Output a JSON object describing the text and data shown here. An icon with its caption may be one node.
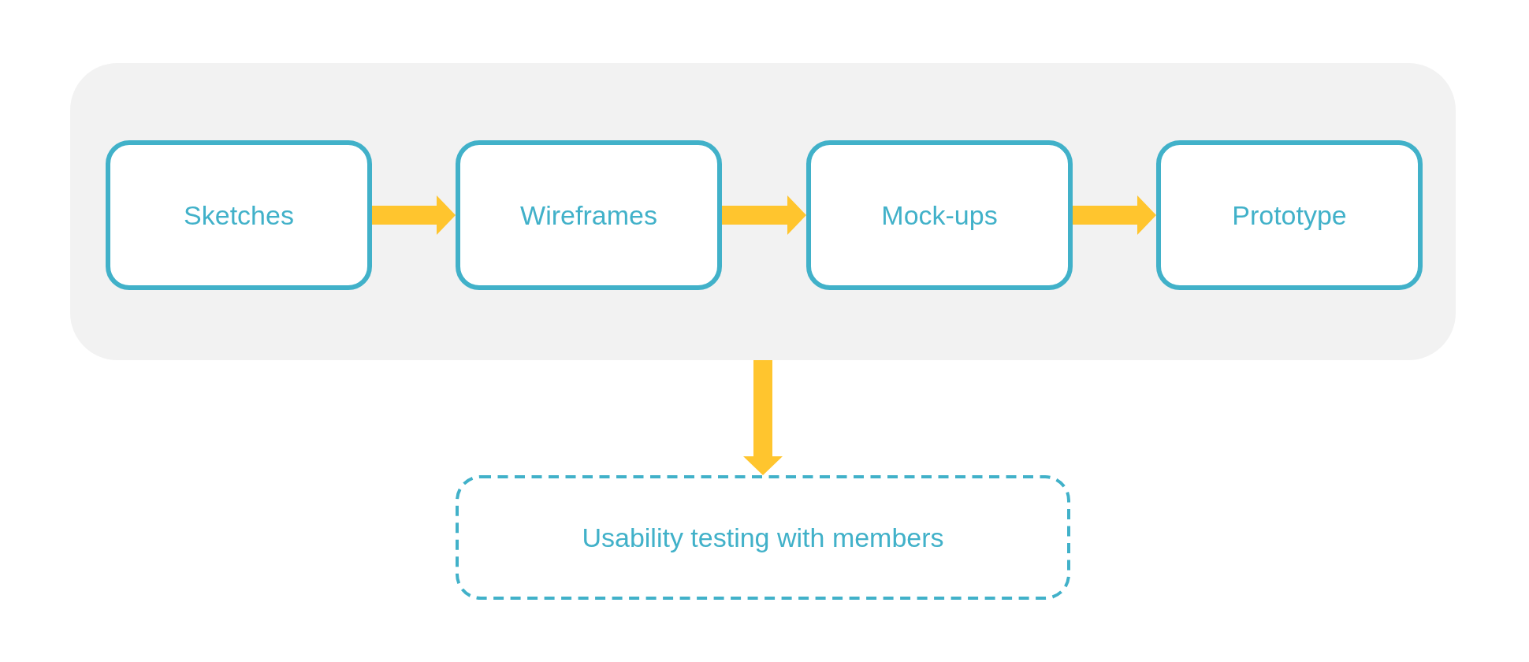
{
  "diagram": {
    "nodes": [
      {
        "text": [],
        "shape": "box"
      },
      {
        "text": [
          "Sketches"
        ],
        "in": 0
      },
      {
        "text": [
          "Wireframes"
        ],
        "in": 0
      },
      {
        "text": [
          "Mock-ups"
        ],
        "in": 0
      },
      {
        "text": [
          "Prototype"
        ],
        "in": 0
      },
      {
        "text": [
          "Usability testing with members"
        ]
      }
    ],
    "edges": [
      {
        "from": 1,
        "to": 2,
        "arrow": "to"
      },
      {
        "from": 2,
        "to": 3,
        "arrow": "to"
      },
      {
        "from": 3,
        "to": 4,
        "arrow": "to"
      },
      {
        "from": 0,
        "to": 5,
        "arrow": "to"
      }
    ]
  }
}
